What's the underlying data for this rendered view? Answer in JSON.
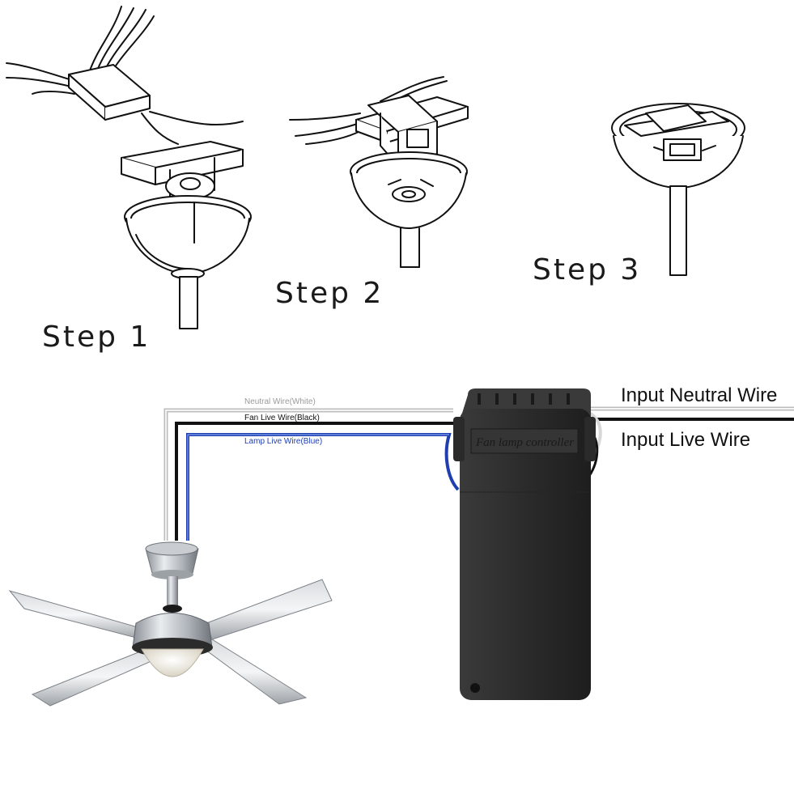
{
  "steps": [
    {
      "label": "Step 1"
    },
    {
      "label": "Step 2"
    },
    {
      "label": "Step 3"
    }
  ],
  "wiring": {
    "wires": [
      {
        "label": "Neutral Wire(White)",
        "color": "#bdbdbd"
      },
      {
        "label": "Fan Live Wire(Black)",
        "color": "#111111"
      },
      {
        "label": "Lamp Live Wire(Blue)",
        "color": "#1f3fb0"
      }
    ],
    "inputs": [
      {
        "label": "Input Neutral Wire"
      },
      {
        "label": "Input Live Wire"
      }
    ],
    "controller": {
      "label": "Fan lamp controller",
      "color": "#2e2e2e"
    }
  },
  "icons": [
    "ceiling-canopy-step1-icon",
    "ceiling-canopy-step2-icon",
    "ceiling-canopy-step3-icon",
    "ceiling-fan-icon",
    "controller-box-icon"
  ]
}
